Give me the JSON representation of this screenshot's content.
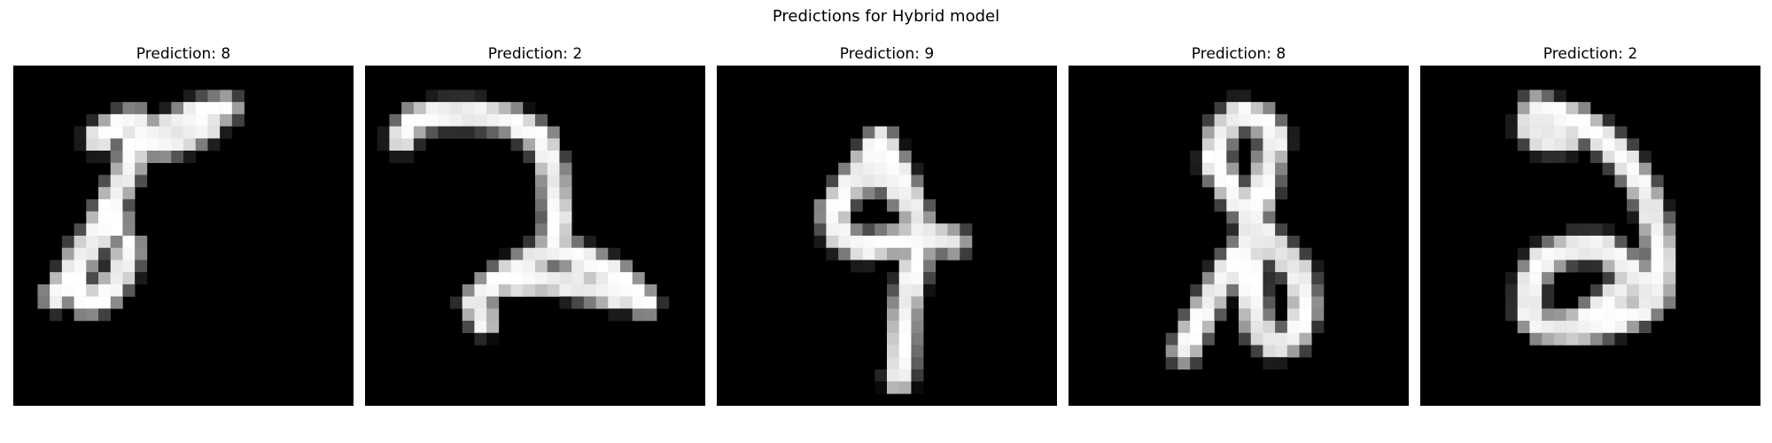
{
  "figure": {
    "title": "Predictions for Hybrid model"
  },
  "chart_data": [
    {
      "type": "heatmap",
      "title": "Prediction: 8",
      "colormap": "gray",
      "grid": false,
      "grid_size": [
        28,
        28
      ],
      "strokes": [
        [
          [
            10.0,
            6.0
          ],
          [
            9.5,
            8.5
          ],
          [
            8.0,
            11.5
          ],
          [
            6.5,
            14.5
          ],
          [
            5.0,
            17.0
          ],
          [
            3.5,
            19.0
          ]
        ],
        [
          [
            7.0,
            6.0
          ],
          [
            8.5,
            5.0
          ],
          [
            10.0,
            4.5
          ]
        ],
        [
          [
            10.0,
            6.0
          ],
          [
            11.5,
            5.5
          ],
          [
            13.0,
            5.0
          ],
          [
            15.0,
            4.0
          ],
          [
            17.5,
            3.5
          ]
        ],
        [
          [
            12.0,
            6.5
          ],
          [
            14.0,
            6.0
          ],
          [
            16.0,
            5.0
          ]
        ],
        [
          [
            8.5,
            13.0
          ],
          [
            7.0,
            14.0
          ],
          [
            5.5,
            15.5
          ],
          [
            5.0,
            18.0
          ],
          [
            6.0,
            19.5
          ],
          [
            7.5,
            19.0
          ],
          [
            9.0,
            17.0
          ],
          [
            9.5,
            15.0
          ]
        ]
      ]
    },
    {
      "type": "heatmap",
      "title": "Prediction: 2",
      "colormap": "gray",
      "grid": false,
      "grid_size": [
        28,
        28
      ],
      "strokes": [
        [
          [
            3.0,
            6.0
          ],
          [
            4.0,
            4.5
          ],
          [
            6.0,
            4.0
          ],
          [
            9.0,
            4.0
          ],
          [
            12.0,
            4.5
          ],
          [
            14.5,
            6.0
          ],
          [
            15.5,
            9.0
          ],
          [
            15.8,
            12.5
          ],
          [
            15.5,
            15.0
          ]
        ],
        [
          [
            15.5,
            15.0
          ],
          [
            13.0,
            16.5
          ],
          [
            10.5,
            18.0
          ],
          [
            9.0,
            19.5
          ],
          [
            9.8,
            21.0
          ]
        ],
        [
          [
            15.5,
            15.0
          ],
          [
            18.0,
            16.0
          ],
          [
            21.0,
            17.5
          ],
          [
            23.0,
            19.5
          ]
        ],
        [
          [
            12.0,
            17.8
          ],
          [
            15.0,
            17.6
          ],
          [
            18.0,
            18.2
          ],
          [
            21.0,
            19.0
          ]
        ]
      ]
    },
    {
      "type": "heatmap",
      "title": "Prediction: 9",
      "colormap": "gray",
      "grid": false,
      "grid_size": [
        28,
        28
      ],
      "strokes": [
        [
          [
            13.5,
            6.2
          ],
          [
            15.0,
            9.0
          ],
          [
            16.5,
            12.5
          ],
          [
            16.5,
            15.5
          ],
          [
            15.5,
            20.0
          ],
          [
            15.2,
            24.5
          ],
          [
            15.0,
            25.8
          ]
        ],
        [
          [
            13.5,
            6.2
          ],
          [
            11.5,
            9.0
          ],
          [
            9.5,
            12.0
          ],
          [
            10.0,
            14.0
          ],
          [
            12.0,
            15.0
          ],
          [
            14.5,
            14.5
          ],
          [
            17.5,
            14.0
          ],
          [
            19.5,
            14.5
          ]
        ],
        [
          [
            12.0,
            9.5
          ],
          [
            14.0,
            9.0
          ],
          [
            15.0,
            10.5
          ]
        ]
      ]
    },
    {
      "type": "heatmap",
      "title": "Prediction: 8",
      "colormap": "gray",
      "grid": false,
      "grid_size": [
        28,
        28
      ],
      "strokes": [
        [
          [
            16.0,
            4.5
          ],
          [
            14.0,
            4.0
          ],
          [
            12.5,
            5.5
          ],
          [
            12.0,
            8.0
          ],
          [
            13.5,
            10.5
          ],
          [
            15.0,
            12.5
          ],
          [
            15.0,
            14.5
          ],
          [
            13.0,
            17.0
          ],
          [
            11.0,
            20.5
          ],
          [
            9.5,
            23.5
          ]
        ],
        [
          [
            16.0,
            4.5
          ],
          [
            17.0,
            6.0
          ],
          [
            16.5,
            8.0
          ],
          [
            16.0,
            10.5
          ],
          [
            15.0,
            12.5
          ],
          [
            16.5,
            14.5
          ],
          [
            19.0,
            17.0
          ],
          [
            19.5,
            20.0
          ],
          [
            18.5,
            22.5
          ],
          [
            17.0,
            23.0
          ],
          [
            15.5,
            21.5
          ],
          [
            15.0,
            18.5
          ],
          [
            15.0,
            16.0
          ]
        ]
      ]
    },
    {
      "type": "heatmap",
      "title": "Prediction: 2",
      "colormap": "gray",
      "grid": false,
      "grid_size": [
        28,
        28
      ],
      "strokes": [
        [
          [
            9.5,
            3.5
          ],
          [
            11.0,
            4.0
          ],
          [
            13.0,
            4.5
          ],
          [
            15.0,
            6.0
          ],
          [
            17.0,
            8.0
          ],
          [
            18.5,
            10.5
          ],
          [
            19.5,
            13.5
          ],
          [
            19.8,
            16.0
          ],
          [
            19.5,
            19.0
          ]
        ],
        [
          [
            9.5,
            3.5
          ],
          [
            9.0,
            5.0
          ],
          [
            10.0,
            6.0
          ],
          [
            12.0,
            6.0
          ]
        ],
        [
          [
            19.5,
            19.0
          ],
          [
            17.5,
            17.0
          ],
          [
            15.0,
            15.0
          ],
          [
            12.5,
            15.0
          ],
          [
            10.0,
            16.0
          ],
          [
            9.0,
            18.0
          ],
          [
            9.0,
            20.5
          ],
          [
            10.0,
            21.5
          ],
          [
            12.5,
            21.5
          ],
          [
            15.0,
            20.0
          ],
          [
            17.0,
            18.0
          ]
        ],
        [
          [
            10.0,
            21.5
          ],
          [
            13.0,
            21.8
          ],
          [
            16.0,
            21.0
          ],
          [
            18.5,
            20.0
          ]
        ]
      ]
    }
  ]
}
